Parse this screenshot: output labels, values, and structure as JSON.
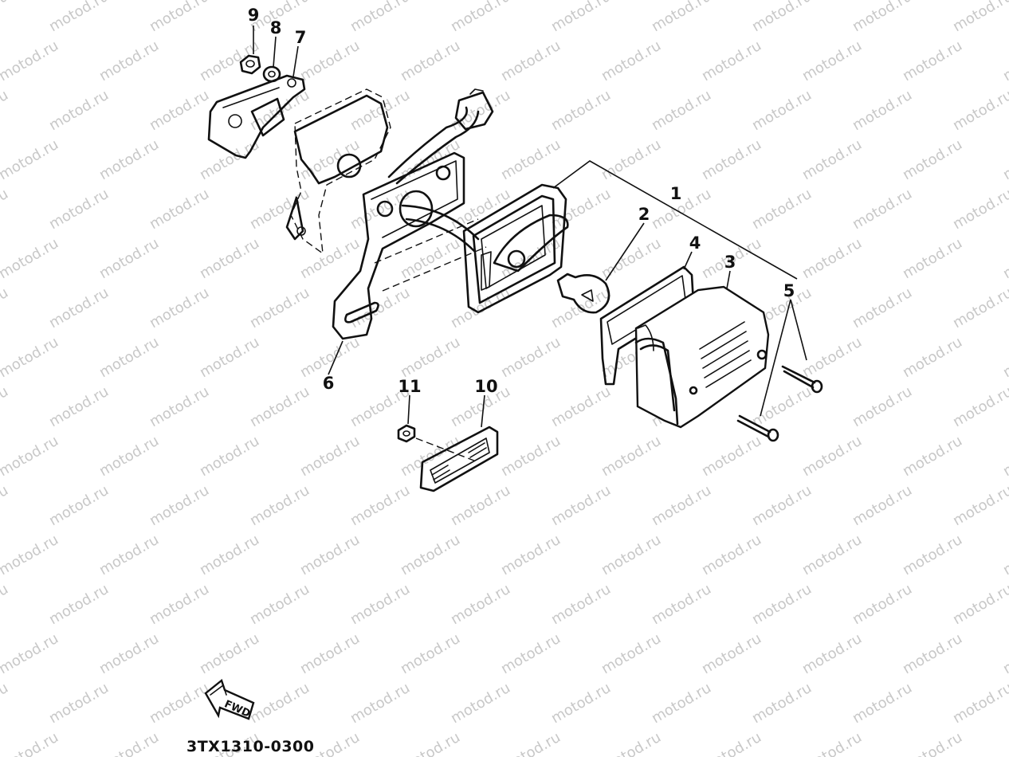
{
  "watermark": "motod.ru",
  "diagram_code": "3TX1310-0300",
  "fwd_label": "FWD",
  "callouts": {
    "c1": "1",
    "c2": "2",
    "c3": "3",
    "c4": "4",
    "c5": "5",
    "c6": "6",
    "c7": "7",
    "c8": "8",
    "c9": "9",
    "c10": "10",
    "c11": "11"
  },
  "parts": [
    {
      "id": "1",
      "name": "tail-light-assembly"
    },
    {
      "id": "2",
      "name": "bulb"
    },
    {
      "id": "3",
      "name": "lens"
    },
    {
      "id": "4",
      "name": "gasket"
    },
    {
      "id": "5",
      "name": "screw"
    },
    {
      "id": "6",
      "name": "bracket"
    },
    {
      "id": "7",
      "name": "stay"
    },
    {
      "id": "8",
      "name": "washer"
    },
    {
      "id": "9",
      "name": "nut"
    },
    {
      "id": "10",
      "name": "reflector"
    },
    {
      "id": "11",
      "name": "nut"
    }
  ]
}
